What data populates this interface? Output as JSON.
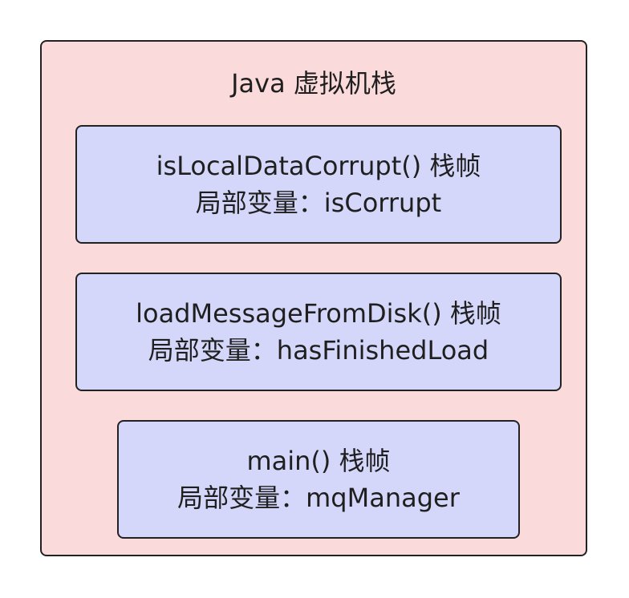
{
  "stack": {
    "title": "Java 虚拟机栈",
    "frames": [
      {
        "name": "isLocalDataCorrupt() 栈帧",
        "locals": "局部变量：isCorrupt"
      },
      {
        "name": "loadMessageFromDisk() 栈帧",
        "locals": "局部变量：hasFinishedLoad"
      },
      {
        "name": "main() 栈帧",
        "locals": "局部变量：mqManager"
      }
    ]
  },
  "colors": {
    "stack_fill": "#fadada",
    "frame_fill": "#d4d7f9",
    "border": "#222222"
  }
}
